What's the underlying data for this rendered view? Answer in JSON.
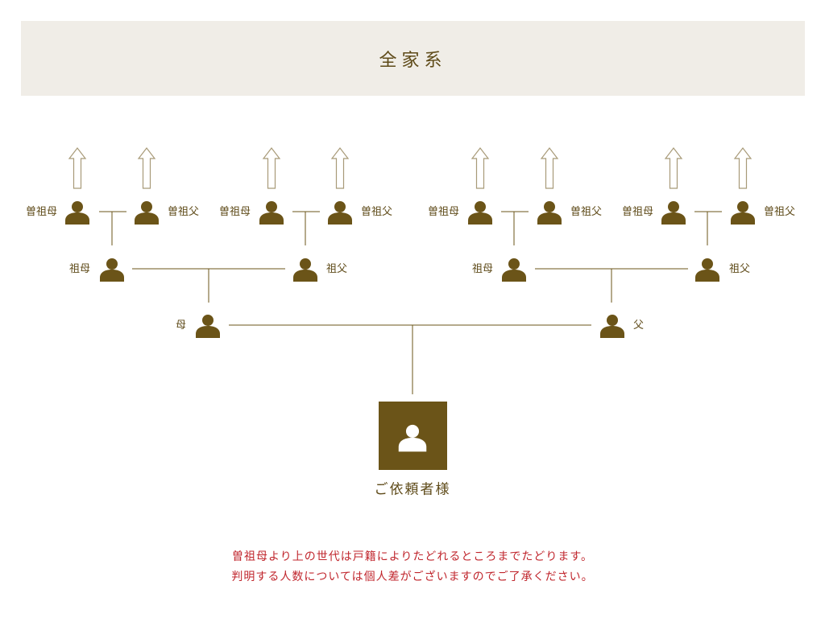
{
  "header": {
    "title": "全家系"
  },
  "labels": {
    "great_grandmother": "曽祖母",
    "great_grandfather": "曽祖父",
    "grandmother": "祖母",
    "grandfather": "祖父",
    "mother": "母",
    "father": "父",
    "client": "ご依頼者様"
  },
  "notes": {
    "line1": "曽祖母より上の世代は戸籍によりたどれるところまでたどります。",
    "line2": "判明する人数については個人差がございますのでご了承ください。"
  },
  "colors": {
    "primary": "#6b5418",
    "line": "#6b5418",
    "arrow_outline": "#a89a78",
    "header_bg": "#f0ede7",
    "note_text": "#c0262d",
    "client_box": "#6b5418",
    "client_icon": "#ffffff"
  },
  "icons": {
    "person": "person-icon",
    "ancestor_arrow": "up-arrow-icon"
  }
}
